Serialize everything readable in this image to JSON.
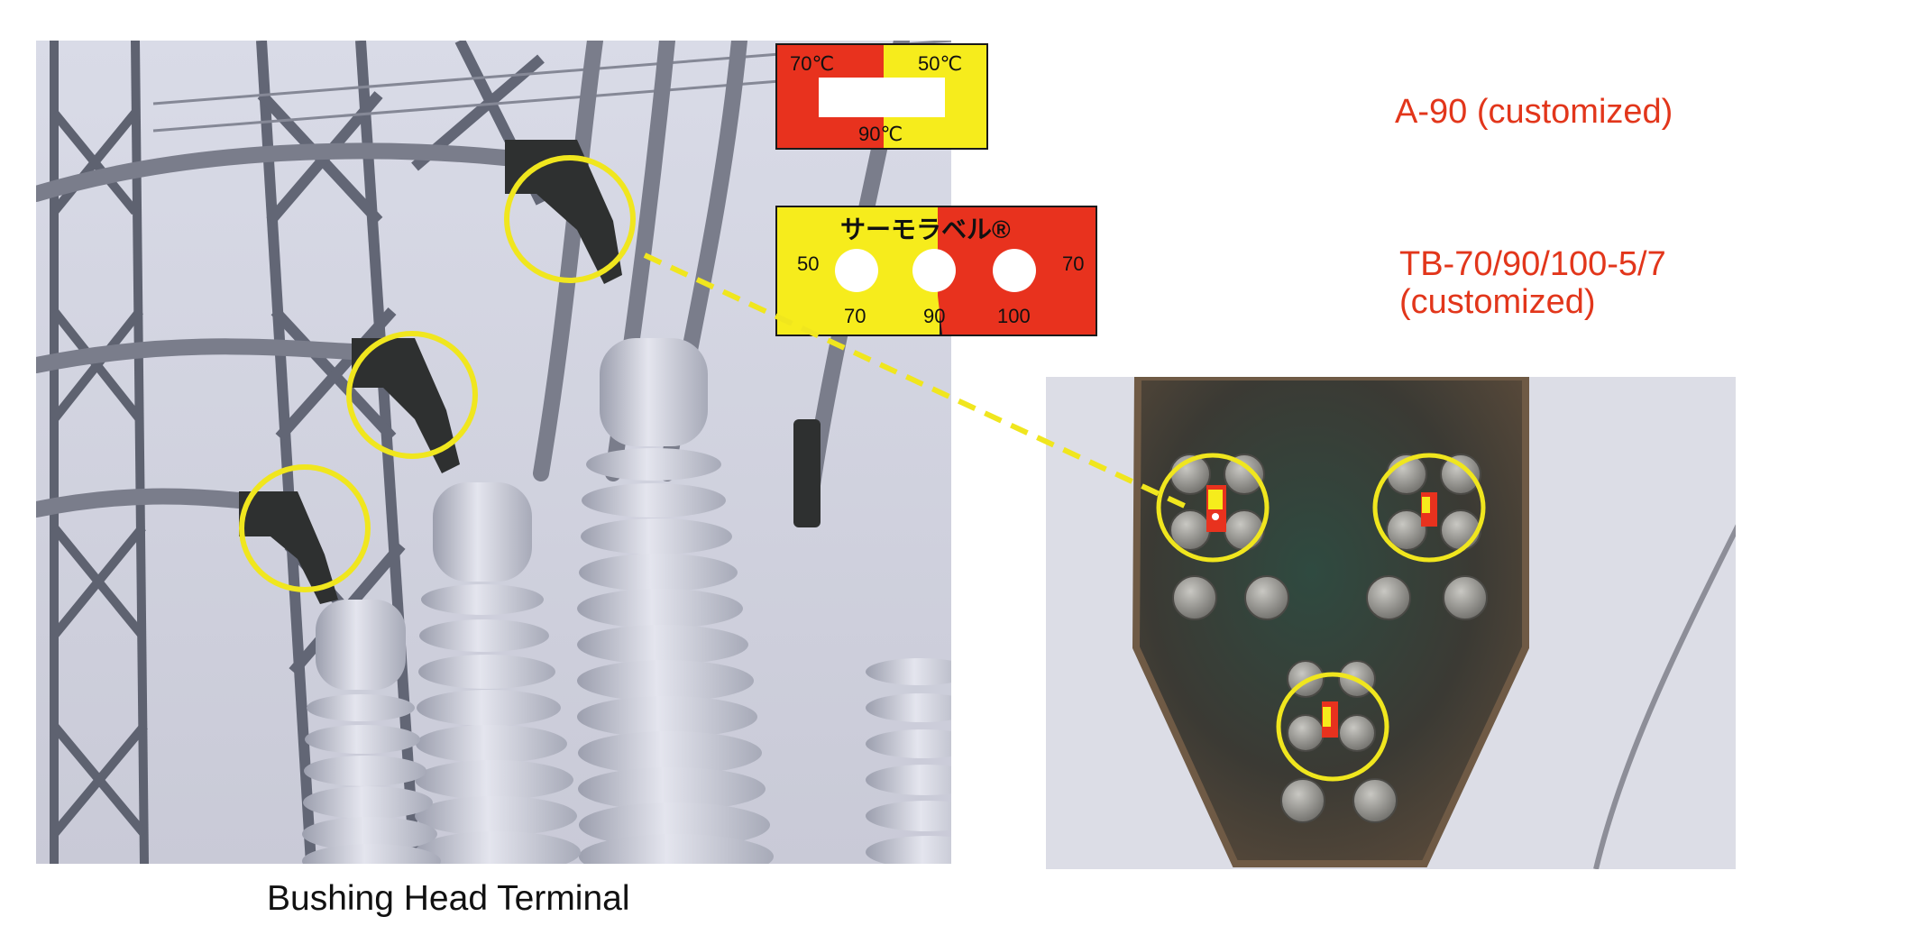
{
  "caption": "Bushing Head Terminal",
  "label_a90": {
    "temp_left": "70℃",
    "temp_right": "50℃",
    "temp_bottom": "90℃",
    "product_name": "A-90 (customized)"
  },
  "label_tb": {
    "brand": "サーモラベル®",
    "scale_left": "50",
    "scale_right": "70",
    "dot_values": [
      "70",
      "90",
      "100"
    ],
    "product_line1": "TB-70/90/100-5/7",
    "product_line2": "(customized)"
  },
  "colors": {
    "label_red": "#e8321e",
    "label_yellow": "#f6ec1c",
    "highlight_circle": "#f0e61e",
    "product_text": "#e2361b"
  }
}
